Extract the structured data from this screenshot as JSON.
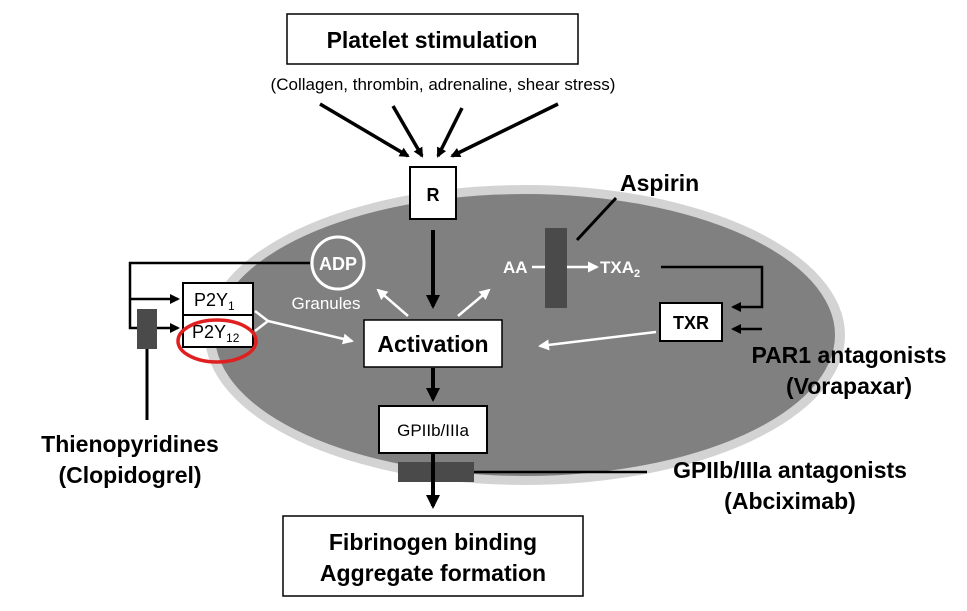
{
  "stimulation": {
    "title": "Platelet stimulation",
    "agonists": "(Collagen, thrombin, adrenaline, shear stress)"
  },
  "receptor_label": "R",
  "aspirin_label": "Aspirin",
  "adp_label": "ADP",
  "granules_label": "Granules",
  "p2y1": {
    "main": "P2Y",
    "sub": "1"
  },
  "p2y12": {
    "main": "P2Y",
    "sub": "12"
  },
  "aa_label": "AA",
  "txa2": {
    "main": "TXA",
    "sub": "2"
  },
  "txr_label": "TXR",
  "activation_label": "Activation",
  "gp_label": "GPIIb/IIIa",
  "thienopyridines": {
    "line1": "Thienopyridines",
    "line2": "(Clopidogrel)"
  },
  "par1": {
    "line1": "PAR1 antagonists",
    "line2": "(Vorapaxar)"
  },
  "gp_antagonists": {
    "line1": "GPIIb/IIIa antagonists",
    "line2": "(Abciximab)"
  },
  "outcome": {
    "line1": "Fibrinogen binding",
    "line2": "Aggregate formation"
  },
  "colors": {
    "platelet_fill": "#808080",
    "platelet_rim": "#d3d3d3",
    "inhibitor_block": "#4a4a4a",
    "p2y12_highlight": "#e02020"
  }
}
